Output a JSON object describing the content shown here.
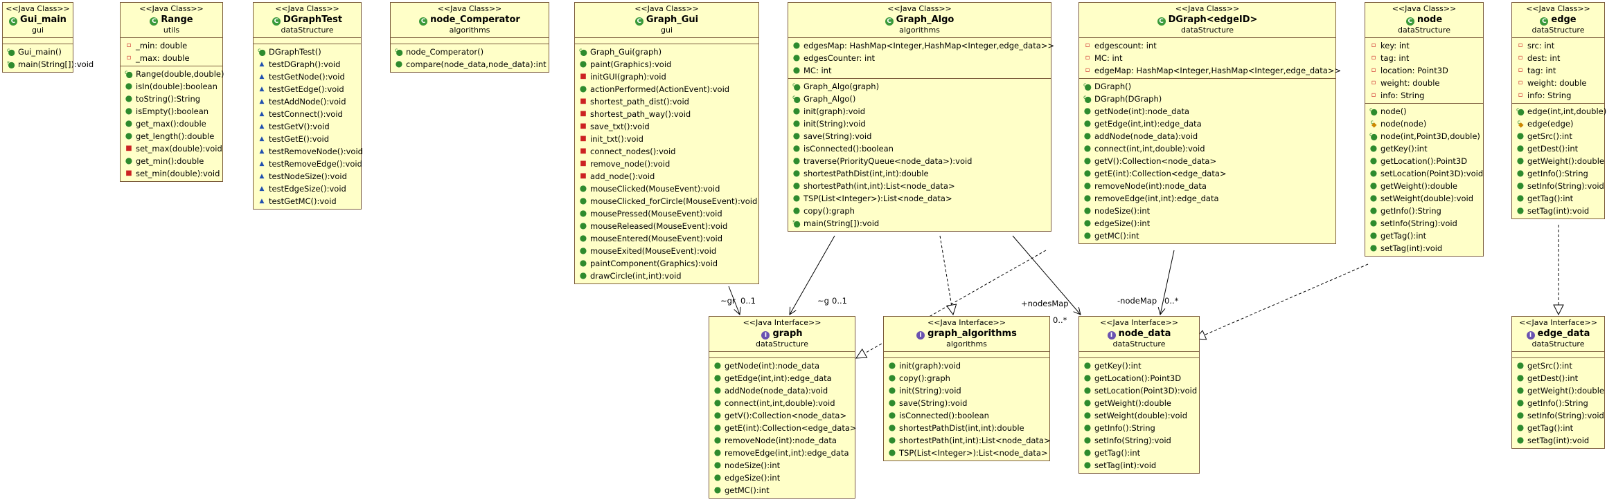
{
  "classes": [
    {
      "id": "gui_main",
      "stereotype": "<<Java Class>>",
      "name": "Gui_main",
      "kind": "class",
      "package": "gui",
      "attributes": [],
      "methods": [
        {
          "v": "pub",
          "ctor": true,
          "text": "Gui_main()"
        },
        {
          "v": "pub",
          "static": true,
          "text": "main(String[]):void"
        }
      ]
    },
    {
      "id": "range",
      "stereotype": "<<Java Class>>",
      "name": "Range",
      "kind": "class",
      "package": "utils",
      "attributes": [
        {
          "v": "pri",
          "text": "_min: double"
        },
        {
          "v": "pri",
          "text": "_max: double"
        }
      ],
      "methods": [
        {
          "v": "pub",
          "ctor": true,
          "text": "Range(double,double)"
        },
        {
          "v": "pub",
          "text": "isIn(double):boolean"
        },
        {
          "v": "pub",
          "text": "toString():String"
        },
        {
          "v": "pub",
          "text": "isEmpty():boolean"
        },
        {
          "v": "pub",
          "text": "get_max():double"
        },
        {
          "v": "pub",
          "text": "get_length():double"
        },
        {
          "v": "pri",
          "text": "set_max(double):void"
        },
        {
          "v": "pub",
          "text": "get_min():double"
        },
        {
          "v": "pri",
          "text": "set_min(double):void"
        }
      ]
    },
    {
      "id": "dgraphtest",
      "stereotype": "<<Java Class>>",
      "name": "DGraphTest",
      "kind": "class",
      "package": "dataStructure",
      "attributes": [],
      "methods": [
        {
          "v": "pub",
          "ctor": true,
          "text": "DGraphTest()"
        },
        {
          "v": "pkg",
          "text": "testDGraph():void"
        },
        {
          "v": "pkg",
          "text": "testGetNode():void"
        },
        {
          "v": "pkg",
          "text": "testGetEdge():void"
        },
        {
          "v": "pkg",
          "text": "testAddNode():void"
        },
        {
          "v": "pkg",
          "text": "testConnect():void"
        },
        {
          "v": "pkg",
          "text": "testGetV():void"
        },
        {
          "v": "pkg",
          "text": "testGetE():void"
        },
        {
          "v": "pkg",
          "text": "testRemoveNode():void"
        },
        {
          "v": "pkg",
          "text": "testRemoveEdge():void"
        },
        {
          "v": "pkg",
          "text": "testNodeSize():void"
        },
        {
          "v": "pkg",
          "text": "testEdgeSize():void"
        },
        {
          "v": "pkg",
          "text": "testGetMC():void"
        }
      ]
    },
    {
      "id": "node_comperator",
      "stereotype": "<<Java Class>>",
      "name": "node_Comperator",
      "kind": "class",
      "package": "algorithms",
      "attributes": [],
      "methods": [
        {
          "v": "pub",
          "ctor": true,
          "text": "node_Comperator()"
        },
        {
          "v": "pub",
          "text": "compare(node_data,node_data):int"
        }
      ]
    },
    {
      "id": "graph_gui",
      "stereotype": "<<Java Class>>",
      "name": "Graph_Gui",
      "kind": "class",
      "package": "gui",
      "attributes": [],
      "methods": [
        {
          "v": "pub",
          "ctor": true,
          "text": "Graph_Gui(graph)"
        },
        {
          "v": "pub",
          "text": "paint(Graphics):void"
        },
        {
          "v": "pri",
          "text": "initGUI(graph):void"
        },
        {
          "v": "pub",
          "text": "actionPerformed(ActionEvent):void"
        },
        {
          "v": "pri",
          "text": "shortest_path_dist():void"
        },
        {
          "v": "pri",
          "text": "shortest_path_way():void"
        },
        {
          "v": "pri",
          "text": "save_txt():void"
        },
        {
          "v": "pri",
          "text": "init_txt():void"
        },
        {
          "v": "pri",
          "text": "connect_nodes():void"
        },
        {
          "v": "pri",
          "text": "remove_node():void"
        },
        {
          "v": "pri",
          "text": "add_node():void"
        },
        {
          "v": "pub",
          "text": "mouseClicked(MouseEvent):void"
        },
        {
          "v": "pub",
          "text": "mouseClicked_forCircle(MouseEvent):void"
        },
        {
          "v": "pub",
          "text": "mousePressed(MouseEvent):void"
        },
        {
          "v": "pub",
          "text": "mouseReleased(MouseEvent):void"
        },
        {
          "v": "pub",
          "text": "mouseEntered(MouseEvent):void"
        },
        {
          "v": "pub",
          "text": "mouseExited(MouseEvent):void"
        },
        {
          "v": "pub",
          "text": "paintComponent(Graphics):void"
        },
        {
          "v": "pub",
          "text": "drawCircle(int,int):void"
        }
      ]
    },
    {
      "id": "graph_algo",
      "stereotype": "<<Java Class>>",
      "name": "Graph_Algo",
      "kind": "class",
      "package": "algorithms",
      "attributes": [
        {
          "v": "pub",
          "text": "edgesMap: HashMap<Integer,HashMap<Integer,edge_data>>"
        },
        {
          "v": "pub",
          "text": "edgesCounter: int"
        },
        {
          "v": "pub",
          "text": "MC: int"
        }
      ],
      "methods": [
        {
          "v": "pub",
          "ctor": true,
          "text": "Graph_Algo(graph)"
        },
        {
          "v": "pub",
          "ctor": true,
          "text": "Graph_Algo()"
        },
        {
          "v": "pub",
          "text": "init(graph):void"
        },
        {
          "v": "pub",
          "text": "init(String):void"
        },
        {
          "v": "pub",
          "text": "save(String):void"
        },
        {
          "v": "pub",
          "text": "isConnected():boolean"
        },
        {
          "v": "pub",
          "text": "traverse(PriorityQueue<node_data>):void"
        },
        {
          "v": "pub",
          "text": "shortestPathDist(int,int):double"
        },
        {
          "v": "pub",
          "text": "shortestPath(int,int):List<node_data>"
        },
        {
          "v": "pub",
          "text": "TSP(List<Integer>):List<node_data>"
        },
        {
          "v": "pub",
          "text": "copy():graph"
        },
        {
          "v": "pub",
          "static": true,
          "text": "main(String[]):void"
        }
      ]
    },
    {
      "id": "dgraph",
      "stereotype": "<<Java Class>>",
      "name": "DGraph<edgeID>",
      "kind": "class",
      "package": "dataStructure",
      "attributes": [
        {
          "v": "pri",
          "text": "edgescount: int"
        },
        {
          "v": "pri",
          "text": "MC: int"
        },
        {
          "v": "pri",
          "text": "edgeMap: HashMap<Integer,HashMap<Integer,edge_data>>"
        }
      ],
      "methods": [
        {
          "v": "pub",
          "ctor": true,
          "text": "DGraph()"
        },
        {
          "v": "pub",
          "ctor": true,
          "text": "DGraph(DGraph)"
        },
        {
          "v": "pub",
          "text": "getNode(int):node_data"
        },
        {
          "v": "pub",
          "text": "getEdge(int,int):edge_data"
        },
        {
          "v": "pub",
          "text": "addNode(node_data):void"
        },
        {
          "v": "pub",
          "text": "connect(int,int,double):void"
        },
        {
          "v": "pub",
          "text": "getV():Collection<node_data>"
        },
        {
          "v": "pub",
          "text": "getE(int):Collection<edge_data>"
        },
        {
          "v": "pub",
          "text": "removeNode(int):node_data"
        },
        {
          "v": "pub",
          "text": "removeEdge(int,int):edge_data"
        },
        {
          "v": "pub",
          "text": "nodeSize():int"
        },
        {
          "v": "pub",
          "text": "edgeSize():int"
        },
        {
          "v": "pub",
          "text": "getMC():int"
        }
      ]
    },
    {
      "id": "node",
      "stereotype": "<<Java Class>>",
      "name": "node",
      "kind": "class",
      "package": "dataStructure",
      "attributes": [
        {
          "v": "pri",
          "text": "key: int"
        },
        {
          "v": "pri",
          "text": "tag: int"
        },
        {
          "v": "pri",
          "text": "location: Point3D"
        },
        {
          "v": "pri",
          "text": "weight: double"
        },
        {
          "v": "pri",
          "text": "info: String"
        }
      ],
      "methods": [
        {
          "v": "pub",
          "ctor": true,
          "text": "node()"
        },
        {
          "v": "pro",
          "ctor": true,
          "text": "node(node)"
        },
        {
          "v": "pub",
          "ctor": true,
          "text": "node(int,Point3D,double)"
        },
        {
          "v": "pub",
          "text": "getKey():int"
        },
        {
          "v": "pub",
          "text": "getLocation():Point3D"
        },
        {
          "v": "pub",
          "text": "setLocation(Point3D):void"
        },
        {
          "v": "pub",
          "text": "getWeight():double"
        },
        {
          "v": "pub",
          "text": "setWeight(double):void"
        },
        {
          "v": "pub",
          "text": "getInfo():String"
        },
        {
          "v": "pub",
          "text": "setInfo(String):void"
        },
        {
          "v": "pub",
          "text": "getTag():int"
        },
        {
          "v": "pub",
          "text": "setTag(int):void"
        }
      ]
    },
    {
      "id": "edge",
      "stereotype": "<<Java Class>>",
      "name": "edge",
      "kind": "class",
      "package": "dataStructure",
      "attributes": [
        {
          "v": "pri",
          "text": "src: int"
        },
        {
          "v": "pri",
          "text": "dest: int"
        },
        {
          "v": "pri",
          "text": "tag: int"
        },
        {
          "v": "pri",
          "text": "weight: double"
        },
        {
          "v": "pri",
          "text": "info: String"
        }
      ],
      "methods": [
        {
          "v": "pub",
          "ctor": true,
          "text": "edge(int,int,double)"
        },
        {
          "v": "pro",
          "ctor": true,
          "text": "edge(edge)"
        },
        {
          "v": "pub",
          "text": "getSrc():int"
        },
        {
          "v": "pub",
          "text": "getDest():int"
        },
        {
          "v": "pub",
          "text": "getWeight():double"
        },
        {
          "v": "pub",
          "text": "getInfo():String"
        },
        {
          "v": "pub",
          "text": "setInfo(String):void"
        },
        {
          "v": "pub",
          "text": "getTag():int"
        },
        {
          "v": "pub",
          "text": "setTag(int):void"
        }
      ]
    },
    {
      "id": "graph",
      "stereotype": "<<Java Interface>>",
      "name": "graph",
      "kind": "interface",
      "package": "dataStructure",
      "attributes": [],
      "methods": [
        {
          "v": "pub",
          "text": "getNode(int):node_data"
        },
        {
          "v": "pub",
          "text": "getEdge(int,int):edge_data"
        },
        {
          "v": "pub",
          "text": "addNode(node_data):void"
        },
        {
          "v": "pub",
          "text": "connect(int,int,double):void"
        },
        {
          "v": "pub",
          "text": "getV():Collection<node_data>"
        },
        {
          "v": "pub",
          "text": "getE(int):Collection<edge_data>"
        },
        {
          "v": "pub",
          "text": "removeNode(int):node_data"
        },
        {
          "v": "pub",
          "text": "removeEdge(int,int):edge_data"
        },
        {
          "v": "pub",
          "text": "nodeSize():int"
        },
        {
          "v": "pub",
          "text": "edgeSize():int"
        },
        {
          "v": "pub",
          "text": "getMC():int"
        }
      ]
    },
    {
      "id": "graph_algorithms",
      "stereotype": "<<Java Interface>>",
      "name": "graph_algorithms",
      "kind": "interface",
      "package": "algorithms",
      "attributes": [],
      "methods": [
        {
          "v": "pub",
          "text": "init(graph):void"
        },
        {
          "v": "pub",
          "text": "copy():graph"
        },
        {
          "v": "pub",
          "text": "init(String):void"
        },
        {
          "v": "pub",
          "text": "save(String):void"
        },
        {
          "v": "pub",
          "text": "isConnected():boolean"
        },
        {
          "v": "pub",
          "text": "shortestPathDist(int,int):double"
        },
        {
          "v": "pub",
          "text": "shortestPath(int,int):List<node_data>"
        },
        {
          "v": "pub",
          "text": "TSP(List<Integer>):List<node_data>"
        }
      ]
    },
    {
      "id": "node_data",
      "stereotype": "<<Java Interface>>",
      "name": "node_data",
      "kind": "interface",
      "package": "dataStructure",
      "attributes": [],
      "methods": [
        {
          "v": "pub",
          "text": "getKey():int"
        },
        {
          "v": "pub",
          "text": "getLocation():Point3D"
        },
        {
          "v": "pub",
          "text": "setLocation(Point3D):void"
        },
        {
          "v": "pub",
          "text": "getWeight():double"
        },
        {
          "v": "pub",
          "text": "setWeight(double):void"
        },
        {
          "v": "pub",
          "text": "getInfo():String"
        },
        {
          "v": "pub",
          "text": "setInfo(String):void"
        },
        {
          "v": "pub",
          "text": "getTag():int"
        },
        {
          "v": "pub",
          "text": "setTag(int):void"
        }
      ]
    },
    {
      "id": "edge_data",
      "stereotype": "<<Java Interface>>",
      "name": "edge_data",
      "kind": "interface",
      "package": "dataStructure",
      "attributes": [],
      "methods": [
        {
          "v": "pub",
          "text": "getSrc():int"
        },
        {
          "v": "pub",
          "text": "getDest():int"
        },
        {
          "v": "pub",
          "text": "getWeight():double"
        },
        {
          "v": "pub",
          "text": "getInfo():String"
        },
        {
          "v": "pub",
          "text": "setInfo(String):void"
        },
        {
          "v": "pub",
          "text": "getTag():int"
        },
        {
          "v": "pub",
          "text": "setTag(int):void"
        }
      ]
    }
  ],
  "edge_labels": {
    "gui_graph_role": "~gr",
    "gui_graph_mult": "0..1",
    "algo_graph_role": "~g",
    "algo_graph_mult": "0..1",
    "algo_nodes_role": "+nodesMap",
    "algo_nodes_mult": "0..*",
    "dgraph_nodes_role": "-nodeMap",
    "dgraph_nodes_mult": "0..*"
  },
  "colors": {
    "box_fill": "#ffffc8",
    "box_border": "#7a5a3a",
    "public": "#2e8b2e",
    "private": "#cc2222",
    "protected": "#cc8800",
    "package": "#1f4fb0"
  }
}
